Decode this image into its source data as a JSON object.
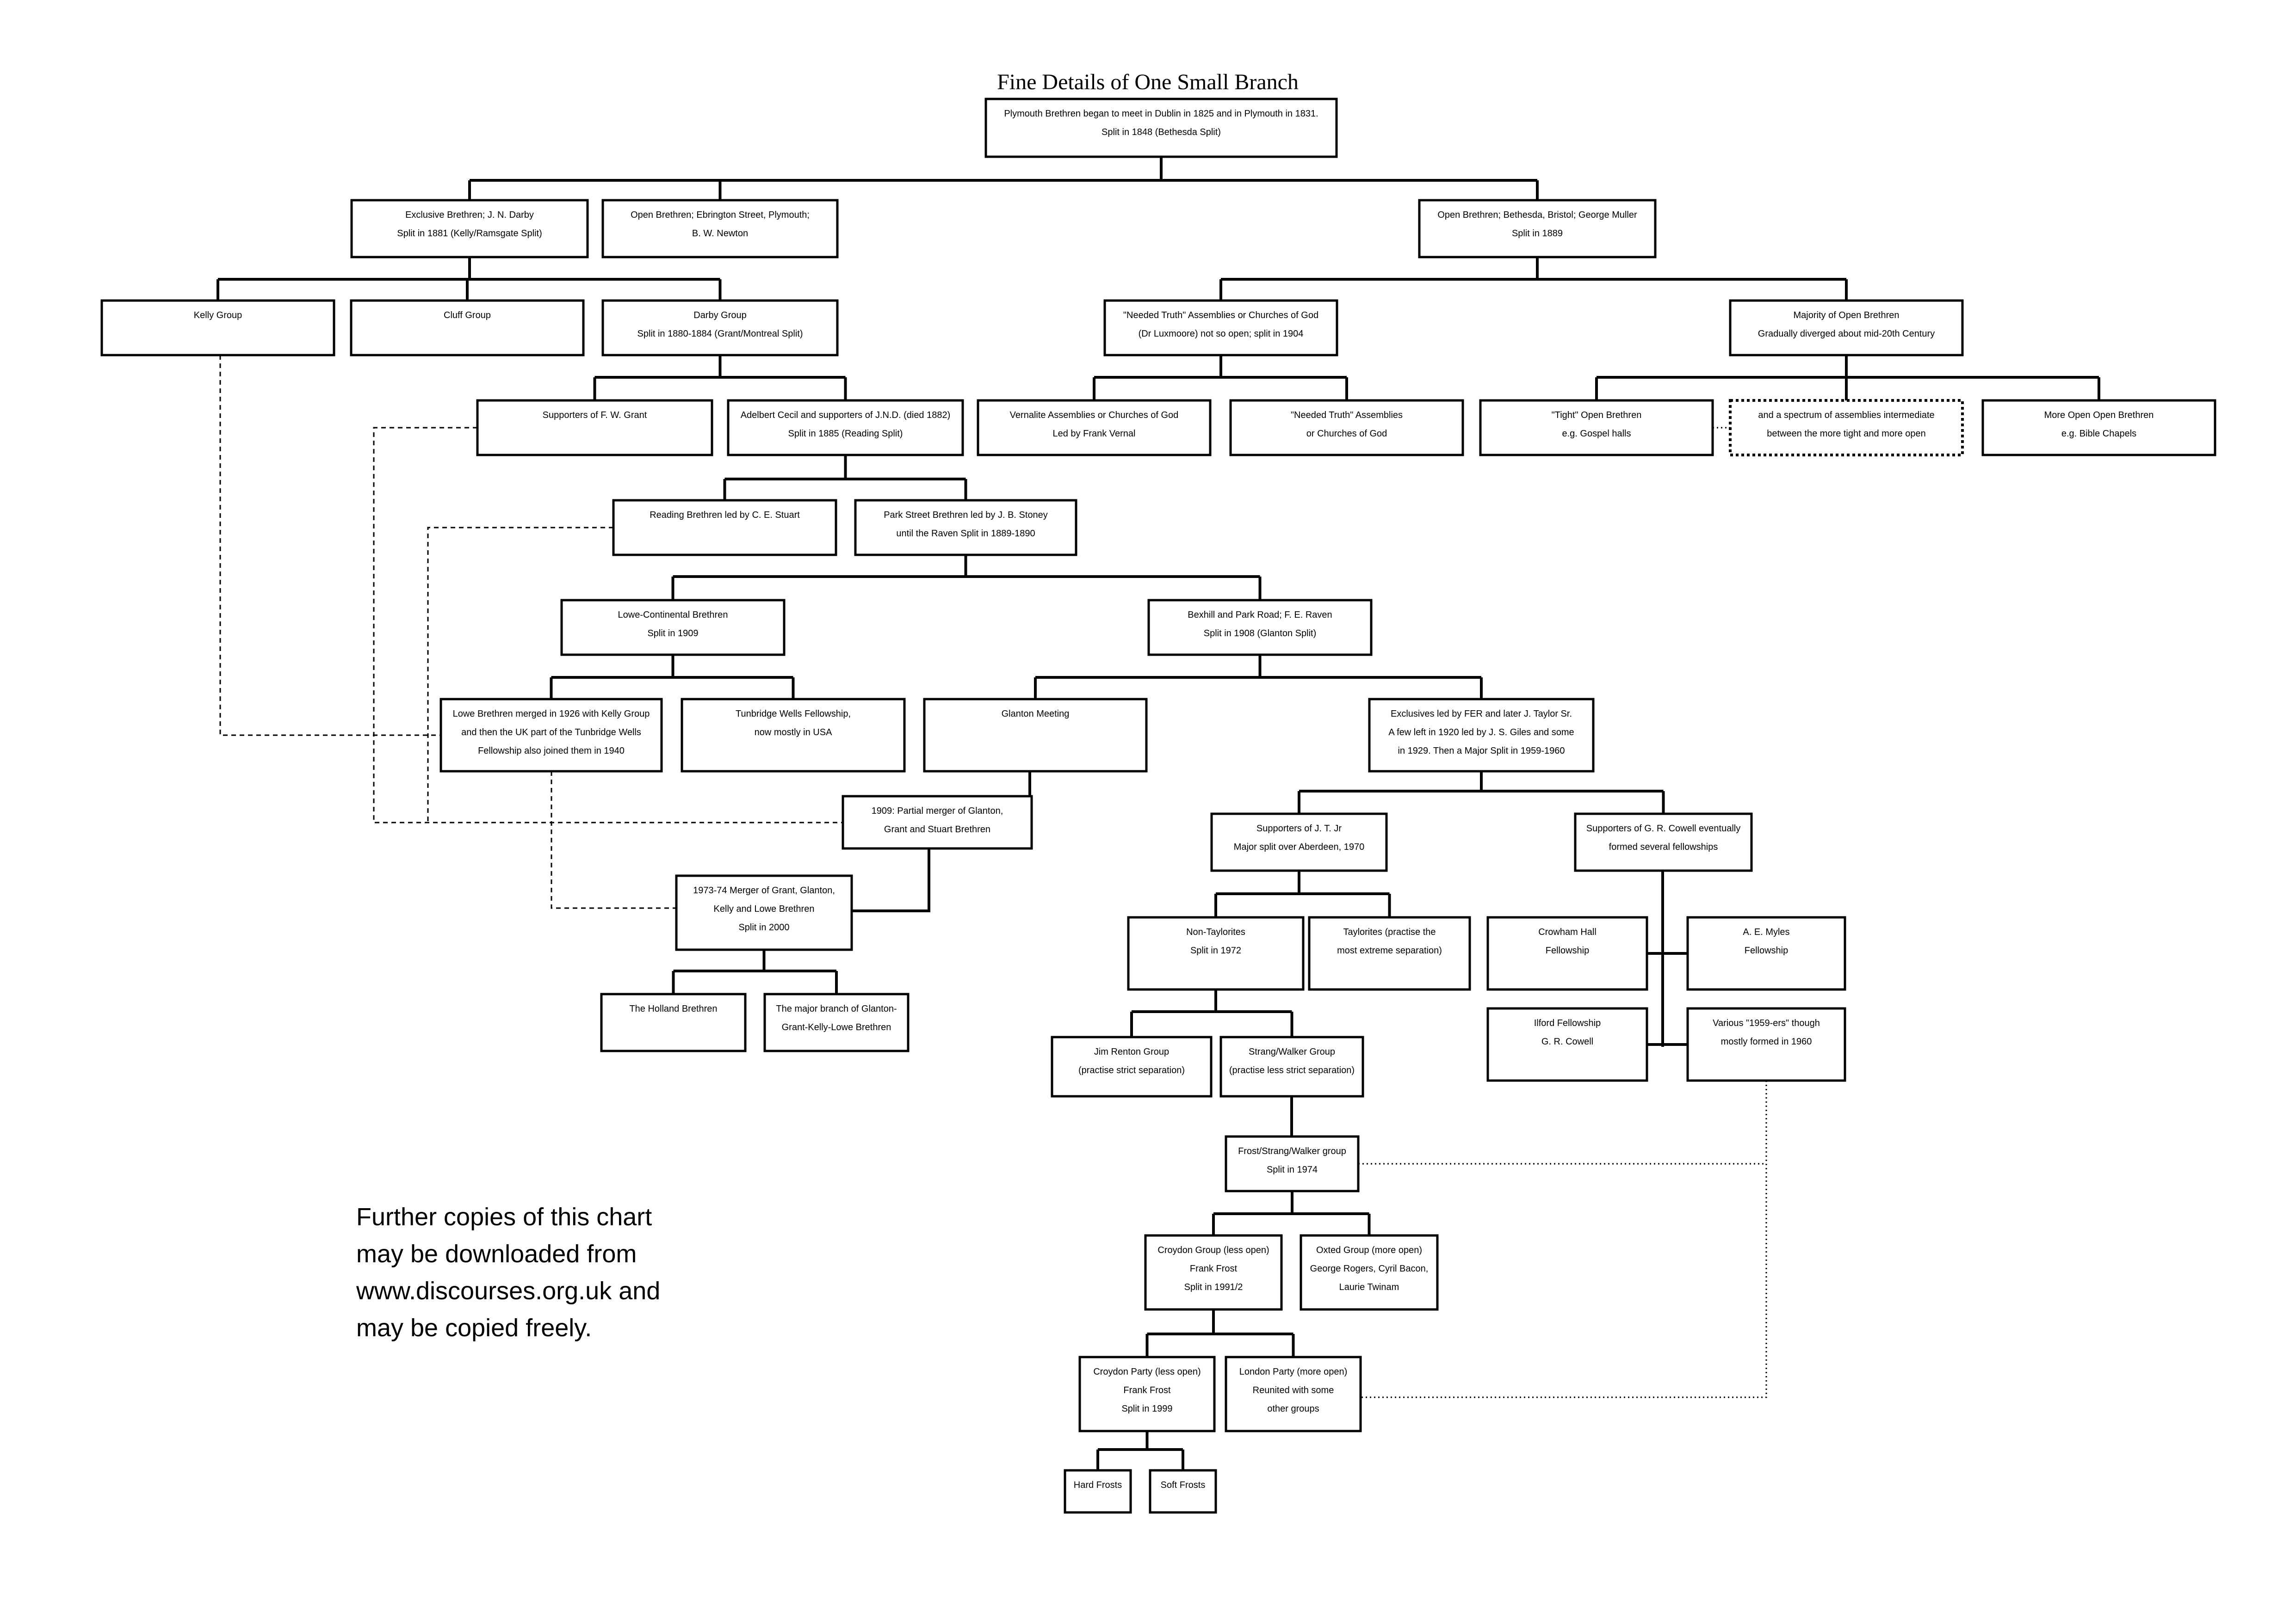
{
  "title": "Fine Details of One Small Branch",
  "footnote": [
    "Further copies of this chart",
    "may be downloaded from",
    "www.discourses.org.uk and",
    "may be copied freely."
  ],
  "nodes": {
    "root": [
      "Plymouth Brethren began to meet in Dublin in 1825 and in Plymouth in 1831.",
      "Split in 1848 (Bethesda Split)"
    ],
    "exclusive": [
      "Exclusive Brethren; J. N. Darby",
      "Split in 1881 (Kelly/Ramsgate Split)"
    ],
    "open_ebrington": [
      "Open Brethren; Ebrington Street, Plymouth;",
      "B. W. Newton"
    ],
    "open_bethesda": [
      "Open Brethren; Bethesda, Bristol; George Muller",
      "Split in 1889"
    ],
    "kelly": [
      "Kelly Group"
    ],
    "cluff": [
      "Cluff Group"
    ],
    "darby_group": [
      "Darby Group",
      "Split in 1880-1884 (Grant/Montreal Split)"
    ],
    "needed_truth": [
      "\"Needed Truth\" Assemblies or Churches of God",
      "(Dr Luxmoore)  not so open; split in 1904"
    ],
    "majority_open": [
      "Majority of Open Brethren",
      "Gradually diverged about mid-20th Century"
    ],
    "fw_grant": [
      "Supporters of F. W. Grant"
    ],
    "adelbert": [
      "Adelbert Cecil and supporters of J.N.D. (died 1882)",
      "Split in 1885 (Reading Split)"
    ],
    "vernalite": [
      "Vernalite Assemblies or Churches of God",
      "Led by Frank Vernal"
    ],
    "needed_truth_2": [
      "\"Needed Truth\" Assemblies",
      "or Churches of God"
    ],
    "tight_open": [
      "\"Tight\" Open Brethren",
      "e.g. Gospel halls"
    ],
    "spectrum": [
      "and a spectrum of assemblies intermediate",
      "between the more tight and more open"
    ],
    "more_open": [
      "More Open Open Brethren",
      "e.g. Bible Chapels"
    ],
    "reading": [
      "Reading Brethren led by C. E. Stuart"
    ],
    "park_street": [
      "Park Street Brethren led by J. B. Stoney",
      "until the Raven Split in 1889-1890"
    ],
    "lowe_continental": [
      "Lowe-Continental Brethren",
      "Split in 1909"
    ],
    "bexhill": [
      "Bexhill and Park Road; F. E. Raven",
      "Split in 1908 (Glanton Split)"
    ],
    "lowe_merged": [
      "Lowe Brethren merged in 1926 with Kelly Group",
      "and then the UK part of the Tunbridge Wells",
      "Fellowship also joined them in 1940"
    ],
    "tunbridge": [
      "Tunbridge Wells Fellowship,",
      "now mostly in USA"
    ],
    "glanton_meeting": [
      "Glanton Meeting"
    ],
    "exclusives_fer": [
      "Exclusives led by FER and later J. Taylor Sr.",
      "A few left in 1920 led by J. S. Giles and some",
      "in 1929.  Then a Major Split in 1959-1960"
    ],
    "partial_merger": [
      "1909: Partial merger of Glanton,",
      "Grant and Stuart Brethren"
    ],
    "supporters_jt": [
      "Supporters of J. T. Jr",
      "Major split over Aberdeen, 1970"
    ],
    "supporters_cowell": [
      "Supporters of G. R. Cowell eventually",
      "formed several fellowships"
    ],
    "merger_1973": [
      "1973-74 Merger of Grant, Glanton,",
      "Kelly and Lowe Brethren",
      "Split in 2000"
    ],
    "non_taylorites": [
      "Non-Taylorites",
      "Split in 1972"
    ],
    "taylorites": [
      "Taylorites (practise the",
      "most extreme separation)"
    ],
    "crowham": [
      "Crowham Hall",
      "Fellowship"
    ],
    "myles": [
      "A. E. Myles",
      "Fellowship"
    ],
    "holland": [
      "The Holland Brethren"
    ],
    "major_branch": [
      "The major branch of Glanton-",
      "Grant-Kelly-Lowe Brethren"
    ],
    "ilford": [
      "Ilford Fellowship",
      "G. R. Cowell"
    ],
    "various_1959": [
      "Various \"1959-ers\" though",
      "mostly formed in 1960"
    ],
    "jim_renton": [
      "Jim Renton Group",
      "(practise strict separation)"
    ],
    "strang_walker": [
      "Strang/Walker Group",
      "(practise less strict separation)"
    ],
    "frost_strang": [
      "Frost/Strang/Walker group",
      "Split in 1974"
    ],
    "croydon_group": [
      "Croydon Group (less open)",
      "Frank Frost",
      "Split in 1991/2"
    ],
    "oxted": [
      "Oxted Group (more open)",
      "George Rogers, Cyril Bacon,",
      "Laurie Twinam"
    ],
    "croydon_party": [
      "Croydon Party (less open)",
      "Frank Frost",
      "Split in 1999"
    ],
    "london_party": [
      "London Party (more open)",
      "Reunited with some",
      "other groups"
    ],
    "hard_frosts": [
      "Hard Frosts"
    ],
    "soft_frosts": [
      "Soft Frosts"
    ]
  }
}
